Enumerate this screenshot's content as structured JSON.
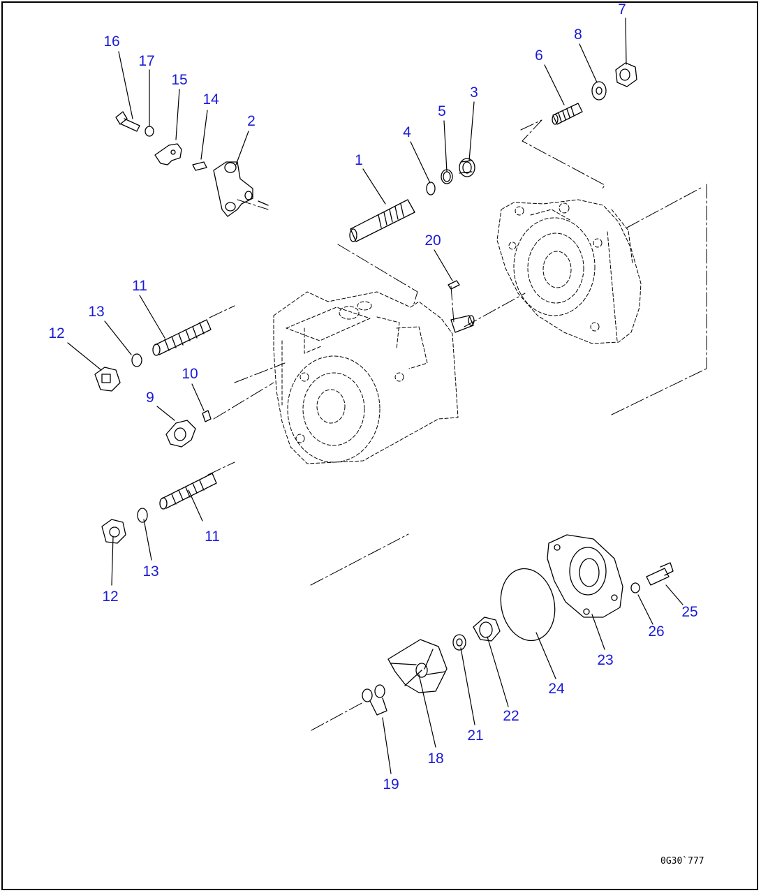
{
  "callouts": [
    {
      "id": "c16",
      "label": "16"
    },
    {
      "id": "c17",
      "label": "17"
    },
    {
      "id": "c15",
      "label": "15"
    },
    {
      "id": "c14",
      "label": "14"
    },
    {
      "id": "c2",
      "label": "2"
    },
    {
      "id": "c1",
      "label": "1"
    },
    {
      "id": "c4",
      "label": "4"
    },
    {
      "id": "c5",
      "label": "5"
    },
    {
      "id": "c3",
      "label": "3"
    },
    {
      "id": "c6",
      "label": "6"
    },
    {
      "id": "c8",
      "label": "8"
    },
    {
      "id": "c7",
      "label": "7"
    },
    {
      "id": "c20",
      "label": "20"
    },
    {
      "id": "c11a",
      "label": "11"
    },
    {
      "id": "c13a",
      "label": "13"
    },
    {
      "id": "c12a",
      "label": "12"
    },
    {
      "id": "c10",
      "label": "10"
    },
    {
      "id": "c9",
      "label": "9"
    },
    {
      "id": "c11b",
      "label": "11"
    },
    {
      "id": "c13b",
      "label": "13"
    },
    {
      "id": "c12b",
      "label": "12"
    },
    {
      "id": "c25",
      "label": "25"
    },
    {
      "id": "c26",
      "label": "26"
    },
    {
      "id": "c23",
      "label": "23"
    },
    {
      "id": "c24",
      "label": "24"
    },
    {
      "id": "c22",
      "label": "22"
    },
    {
      "id": "c21",
      "label": "21"
    },
    {
      "id": "c18",
      "label": "18"
    },
    {
      "id": "c19",
      "label": "19"
    }
  ],
  "drawing_code": "0G30`777",
  "colors": {
    "callout_text": "#1a1ad8",
    "line_art": "#000000",
    "background": "#ffffff"
  }
}
